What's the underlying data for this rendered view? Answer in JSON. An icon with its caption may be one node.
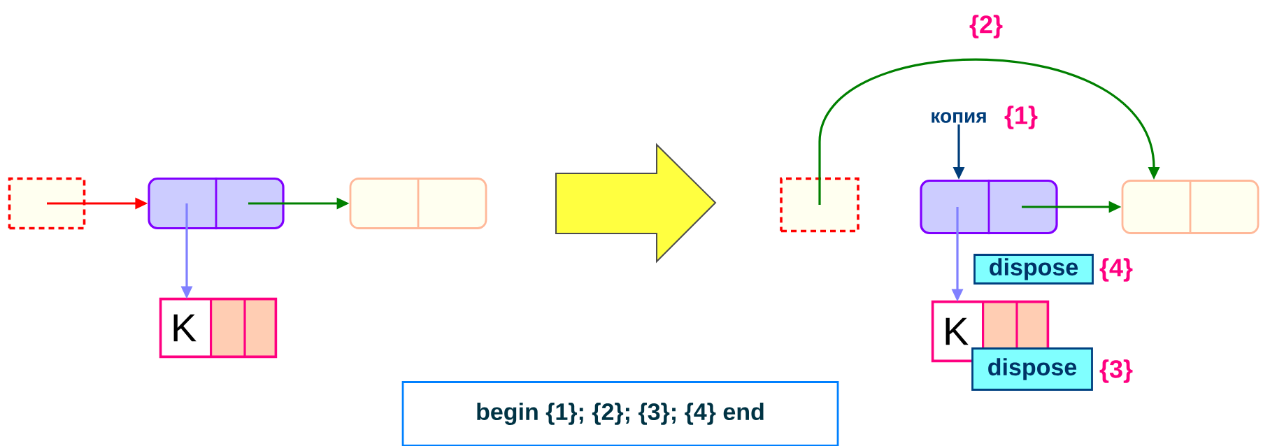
{
  "diagram": {
    "nodes": [
      {
        "text": [],
        "shape": "box"
      },
      {
        "text": [],
        "shape": "box"
      },
      {
        "text": [],
        "shape": "box"
      },
      {
        "text": [
          "K"
        ]
      },
      {
        "text": [],
        "shape": "box"
      },
      {
        "text": [],
        "shape": "box"
      },
      {
        "text": [],
        "shape": "box"
      },
      {
        "text": [
          "K"
        ]
      },
      {
        "text": [
          "dispose"
        ],
        "beside": [
          "{4}"
        ]
      },
      {
        "text": [
          "dispose"
        ],
        "beside": [
          "{3}"
        ]
      },
      {
        "text": [
          "копия"
        ],
        "beside": [
          "{1}"
        ]
      },
      {
        "text": [
          "begin {1}; {2}; {3}; {4} end"
        ]
      }
    ],
    "edges": [
      {
        "from": 0,
        "to": 1,
        "arrow": "to",
        "color": "#ff0000"
      },
      {
        "from": 1,
        "to": 2,
        "arrow": "to"
      },
      {
        "from": 1,
        "to": 3,
        "arrow": "to",
        "color": "#8080ff"
      },
      {
        "from": 4,
        "to": 6,
        "arrow": "to",
        "label": "{2}"
      },
      {
        "from": 5,
        "to": 6,
        "arrow": "to"
      },
      {
        "from": 5,
        "to": 7,
        "arrow": "to",
        "color": "#8080ff"
      },
      {
        "from": 10,
        "to": 5,
        "arrow": "to",
        "color": "#003d7a"
      }
    ]
  }
}
